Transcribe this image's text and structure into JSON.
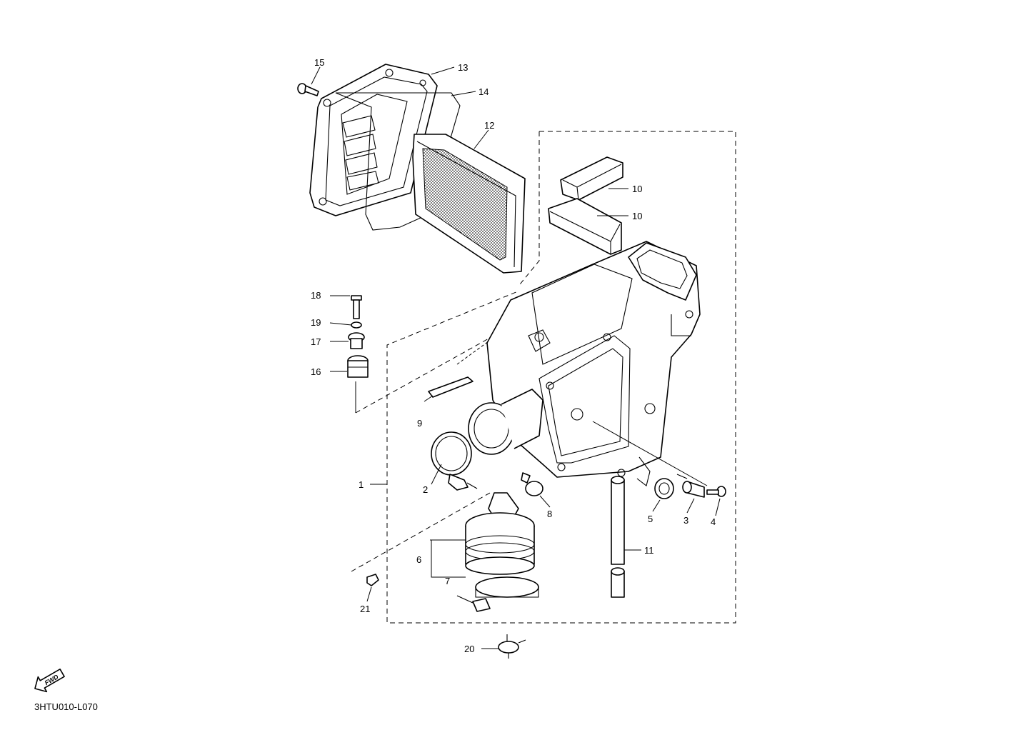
{
  "diagram_code": "3HTU010-L070",
  "fwd_label": "FWD",
  "callouts": {
    "c1": "1",
    "c2": "2",
    "c3": "3",
    "c4": "4",
    "c5": "5",
    "c6": "6",
    "c7": "7",
    "c8": "8",
    "c9": "9",
    "c10a": "10",
    "c10b": "10",
    "c11": "11",
    "c12": "12",
    "c13": "13",
    "c14": "14",
    "c15": "15",
    "c16": "16",
    "c17": "17",
    "c18": "18",
    "c19": "19",
    "c20": "20",
    "c21": "21"
  }
}
